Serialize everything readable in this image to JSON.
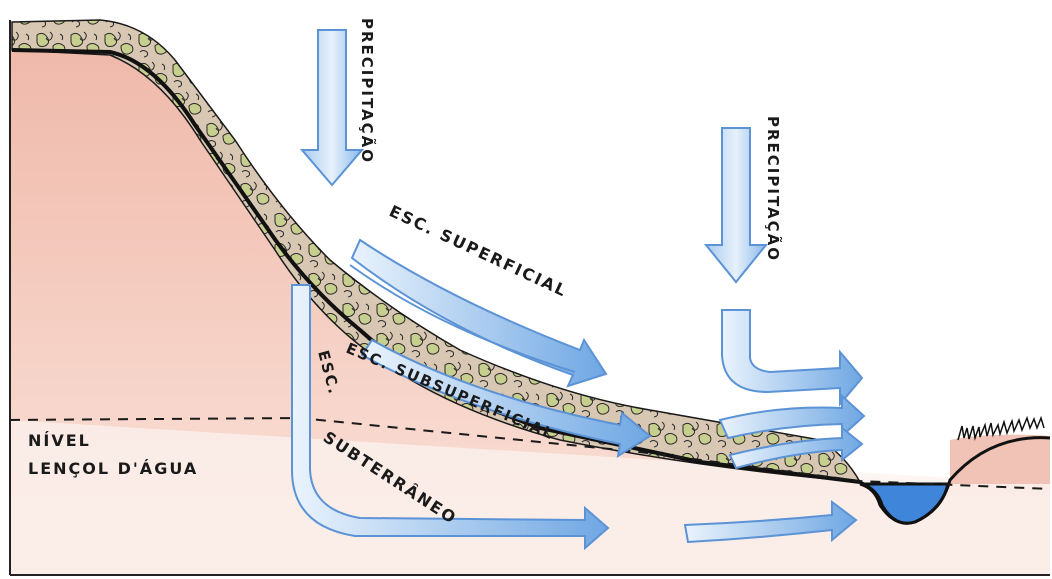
{
  "labels": {
    "precip_left": "PRECIPITAÇÃO",
    "precip_right": "PRECIPITAÇÃO",
    "esc_superficial": "ESC. SUPERFICIAL",
    "esc_subsuperficial": "ESC. SUBSUPERFICIAL",
    "esc_label": "ESC.",
    "subterraneo": "SUBTERRÂNEO",
    "nivel": "NÍVEL",
    "lencol": "LENÇOL D'ÁGUA"
  },
  "colors": {
    "soil": "#f2cbbd",
    "soil_dark": "#e9ada0",
    "soil_layer": "#d9c9b5",
    "moss": "#c5cf8c",
    "arrow_blue": "#7fb0e6",
    "arrow_light": "#d6e8f7",
    "water": "#4c8fdc",
    "ink": "#1a1a1a"
  }
}
